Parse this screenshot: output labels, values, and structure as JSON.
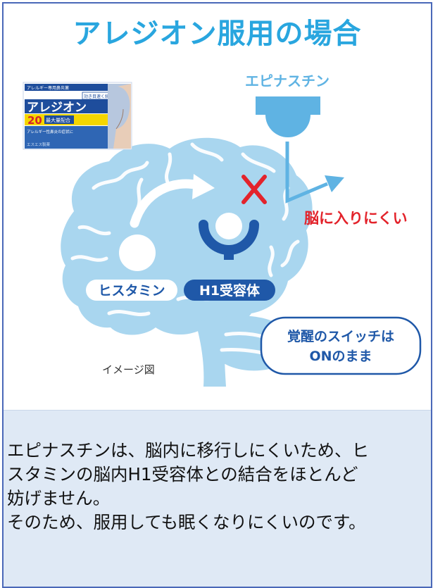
{
  "title": "アレジオン服用の場合",
  "colors": {
    "title": "#29a6df",
    "frame_border": "#4a68b8",
    "brain": "#a9d6ef",
    "brain_lines": "#ffffff",
    "antihistamine": "#5fb3e3",
    "receptor": "#1f58a8",
    "cross": "#e3232b",
    "warning_text": "#e3232b",
    "textbox_bg": "#dfe9f5"
  },
  "product": {
    "small_top": "アレルギー専用鼻炎薬",
    "badge": "効き目速く続く",
    "name": "アレジオン",
    "count_number": "20",
    "count_text": "最大量配合",
    "subtitle": "アレルギー性鼻炎の症状に",
    "maker": "エスエス製薬"
  },
  "diagram": {
    "antihistamine_label": "エピナスチン",
    "cross_icon": "cross-mark",
    "blocked_label": "脳に入りにくい",
    "histamine_label": "ヒスタミン",
    "receptor_label": "H1受容体",
    "status_bubble_line1": "覚醒のスイッチは",
    "status_bubble_line2": "ONのまま",
    "image_note": "イメージ図"
  },
  "caption": {
    "line1": "エピナスチンは、脳内に移行しにくいため、ヒ",
    "line2": "スタミンの脳内H1受容体との結合をほとんど",
    "line3": "妨げません。",
    "line4": "そのため、服用しても眠くなりにくいのです。"
  }
}
